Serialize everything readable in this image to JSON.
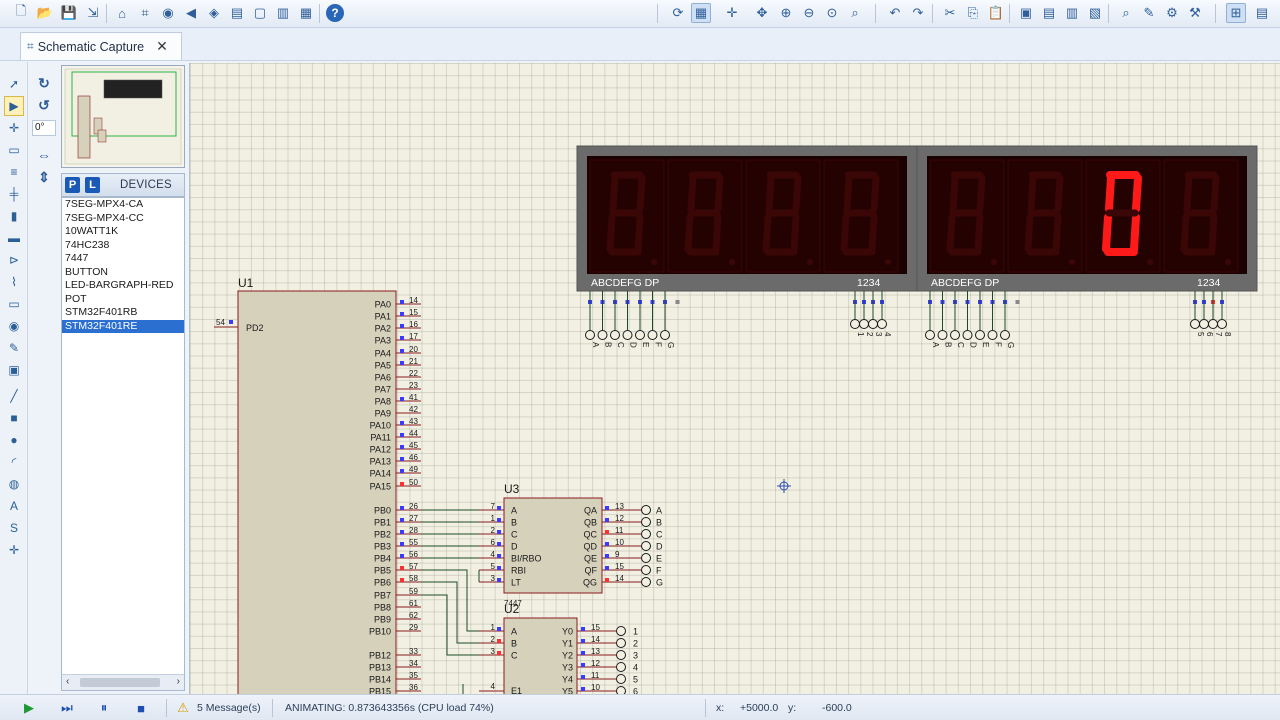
{
  "toolbar": {
    "left_icons": [
      "new-file-icon",
      "open-folder-icon",
      "save-icon",
      "import-icon",
      "home-icon",
      "schematic-icon",
      "pcb-icon",
      "gerber-icon",
      "3d-view-icon",
      "bom-icon",
      "report-icon",
      "notes-icon",
      "help-icon"
    ],
    "right_icons": [
      "refresh-icon",
      "grid-icon",
      "origin-icon",
      "pan-icon",
      "zoom-in-icon",
      "zoom-out-icon",
      "zoom-all-icon",
      "zoom-area-icon",
      "undo-icon",
      "redo-icon",
      "cut-icon",
      "copy-icon",
      "paste-icon",
      "block-copy-icon",
      "block-move-icon",
      "block-rotate-icon",
      "block-delete-icon",
      "pick-device-icon",
      "make-device-icon",
      "packaging-tool-icon",
      "decompose-icon",
      "design-explorer-icon"
    ],
    "help_glyph": "?"
  },
  "tab": {
    "label": "Schematic Capture",
    "close": "✕"
  },
  "rotate": {
    "angle": "0°"
  },
  "devices": {
    "p_label": "P",
    "l_label": "L",
    "title": "DEVICES",
    "items": [
      "7SEG-MPX4-CA",
      "7SEG-MPX4-CC",
      "10WATT1K",
      "74HC238",
      "7447",
      "BUTTON",
      "LED-BARGRAPH-RED",
      "POT",
      "STM32F401RB",
      "STM32F401RE"
    ],
    "selected_index": 9
  },
  "schematic": {
    "u1": {
      "ref": "U1",
      "left_pin": {
        "name": "PD2",
        "num": "54"
      },
      "pins": [
        {
          "name": "PA0",
          "num": "14",
          "state": "low"
        },
        {
          "name": "PA1",
          "num": "15",
          "state": "low"
        },
        {
          "name": "PA2",
          "num": "16",
          "state": "low"
        },
        {
          "name": "PA3",
          "num": "17",
          "state": "low"
        },
        {
          "name": "PA4",
          "num": "20",
          "state": "low"
        },
        {
          "name": "PA5",
          "num": "21",
          "state": "low"
        },
        {
          "name": "PA6",
          "num": "22",
          "state": "none"
        },
        {
          "name": "PA7",
          "num": "23",
          "state": "none"
        },
        {
          "name": "PA8",
          "num": "41",
          "state": "low"
        },
        {
          "name": "PA9",
          "num": "42",
          "state": "none"
        },
        {
          "name": "PA10",
          "num": "43",
          "state": "low"
        },
        {
          "name": "PA11",
          "num": "44",
          "state": "low"
        },
        {
          "name": "PA12",
          "num": "45",
          "state": "low"
        },
        {
          "name": "PA13",
          "num": "46",
          "state": "low"
        },
        {
          "name": "PA14",
          "num": "49",
          "state": "low"
        },
        {
          "name": "PA15",
          "num": "50",
          "state": "high"
        },
        {
          "name": "PB0",
          "num": "26",
          "state": "low"
        },
        {
          "name": "PB1",
          "num": "27",
          "state": "low"
        },
        {
          "name": "PB2",
          "num": "28",
          "state": "low"
        },
        {
          "name": "PB3",
          "num": "55",
          "state": "low"
        },
        {
          "name": "PB4",
          "num": "56",
          "state": "low"
        },
        {
          "name": "PB5",
          "num": "57",
          "state": "high"
        },
        {
          "name": "PB6",
          "num": "58",
          "state": "high"
        },
        {
          "name": "PB7",
          "num": "59",
          "state": "none"
        },
        {
          "name": "PB8",
          "num": "61",
          "state": "none"
        },
        {
          "name": "PB9",
          "num": "62",
          "state": "none"
        },
        {
          "name": "PB10",
          "num": "29",
          "state": "none"
        },
        {
          "name": "PB12",
          "num": "33",
          "state": "none"
        },
        {
          "name": "PB13",
          "num": "34",
          "state": "none"
        },
        {
          "name": "PB14",
          "num": "35",
          "state": "none"
        },
        {
          "name": "PB15",
          "num": "36",
          "state": "none"
        }
      ]
    },
    "u3": {
      "ref": "U3",
      "part": "7447",
      "inputs": [
        {
          "name": "A",
          "num": "7"
        },
        {
          "name": "B",
          "num": "1"
        },
        {
          "name": "C",
          "num": "2"
        },
        {
          "name": "D",
          "num": "6"
        },
        {
          "name": "BI/RBO",
          "num": "4"
        },
        {
          "name": "RBI",
          "num": "5"
        },
        {
          "name": "LT",
          "num": "3"
        }
      ],
      "outputs": [
        {
          "name": "QA",
          "num": "13",
          "state": "low"
        },
        {
          "name": "QB",
          "num": "12",
          "state": "low"
        },
        {
          "name": "QC",
          "num": "11",
          "state": "high"
        },
        {
          "name": "QD",
          "num": "10",
          "state": "low"
        },
        {
          "name": "QE",
          "num": "9",
          "state": "low"
        },
        {
          "name": "QF",
          "num": "15",
          "state": "low"
        },
        {
          "name": "QG",
          "num": "14",
          "state": "high"
        }
      ],
      "terminals": [
        "A",
        "B",
        "C",
        "D",
        "E",
        "F",
        "G"
      ]
    },
    "u2": {
      "ref": "U2",
      "inputs": [
        {
          "name": "A",
          "num": "1"
        },
        {
          "name": "B",
          "num": "2"
        },
        {
          "name": "C",
          "num": "3"
        }
      ],
      "outputs": [
        {
          "name": "Y0",
          "num": "15"
        },
        {
          "name": "Y1",
          "num": "14"
        },
        {
          "name": "Y2",
          "num": "13"
        },
        {
          "name": "Y3",
          "num": "12"
        },
        {
          "name": "Y4",
          "num": "11"
        },
        {
          "name": "Y5",
          "num": "10"
        }
      ],
      "terminals": [
        "1",
        "2",
        "3",
        "4",
        "5",
        "6"
      ],
      "partial_pin": {
        "name": "E1",
        "num": "4"
      }
    },
    "displays": [
      {
        "seg_label": "ABCDEFG  DP",
        "digit_label": "1234",
        "seg_terms": [
          "A",
          "B",
          "C",
          "D",
          "E",
          "F",
          "G"
        ],
        "digit_terms": [
          "1",
          "2",
          "3",
          "4"
        ],
        "shown_digit_index": -1
      },
      {
        "seg_label": "ABCDEFG  DP",
        "digit_label": "1234",
        "seg_terms": [
          "A",
          "B",
          "C",
          "D",
          "E",
          "F",
          "G"
        ],
        "digit_terms": [
          "5",
          "6",
          "7",
          "8"
        ],
        "shown_digit_index": 2
      }
    ],
    "shown_value": "0",
    "colors": {
      "wire": "#1d4a24",
      "body": "#d5d1bb",
      "outline": "#8b1c1c",
      "display_frame": "#6b6b6b",
      "segment_off": "#3a0606",
      "segment_on": "#ff1a1a",
      "pin_low": "#3b3bff",
      "pin_high": "#ff3030"
    }
  },
  "status": {
    "messages": "5 Message(s)",
    "animating": "ANIMATING: 0.873643356s (CPU load 74%)",
    "x_label": "x:",
    "x_value": "+5000.0",
    "y_label": "y:",
    "y_value": "-600.0"
  }
}
